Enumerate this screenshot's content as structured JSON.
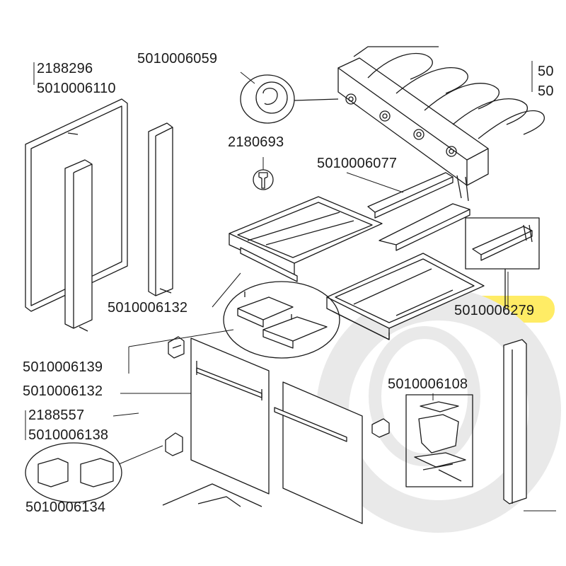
{
  "diagram": {
    "highlight_color": "#ffe94a",
    "line_color": "#1a1a1a",
    "watermark_color": "#e9e9e9",
    "labels": {
      "p5010006059": "5010006059",
      "p2188296": "2188296",
      "p5010006110": "5010006110",
      "p2180693": "2180693",
      "p5010006077": "5010006077",
      "p50a": "50",
      "p50b": "50",
      "p5010006132a": "5010006132",
      "p5010006279": "5010006279",
      "p5010006139": "5010006139",
      "p5010006132b": "5010006132",
      "p2188557": "2188557",
      "p5010006138": "5010006138",
      "p5010006108": "5010006108",
      "p5010006134": "5010006134"
    }
  }
}
